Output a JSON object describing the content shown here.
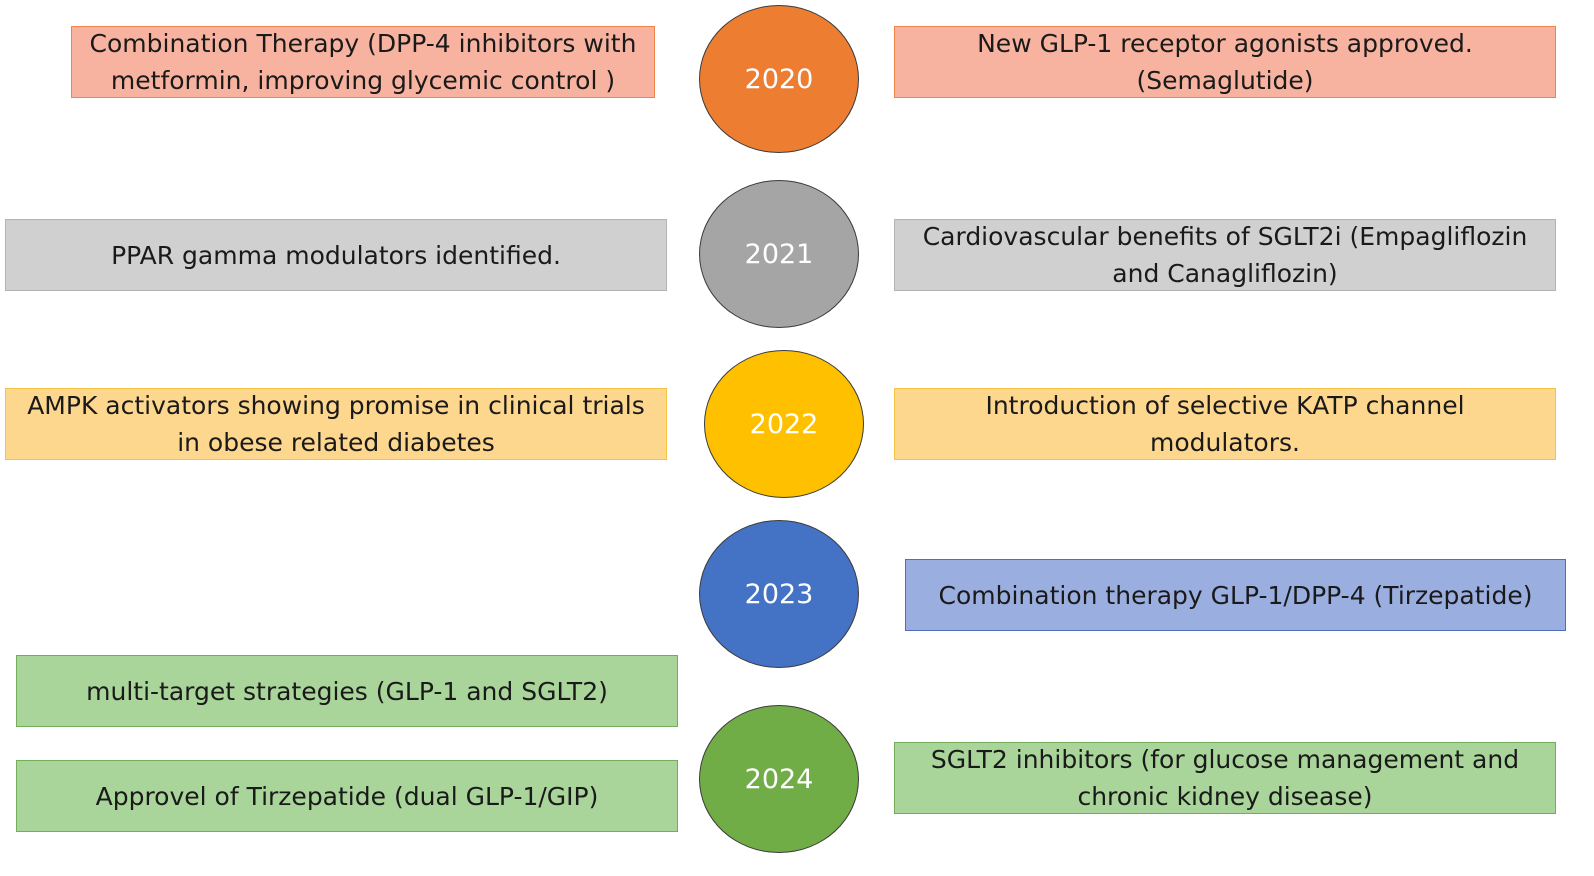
{
  "colors": {
    "orange_node": "#ed7d31",
    "gray_node": "#a5a5a5",
    "yellow_node": "#ffc000",
    "blue_node": "#4472c4",
    "green_node": "#70ad47"
  },
  "timeline": {
    "years": [
      "2020",
      "2021",
      "2022",
      "2023",
      "2024"
    ]
  },
  "events": {
    "y2020_left": "Combination Therapy (DPP-4 inhibitors with metformin, improving glycemic control )",
    "y2020_right": "New GLP-1 receptor agonists approved. (Semaglutide)",
    "y2021_left": "PPAR gamma modulators identified.",
    "y2021_right": "Cardiovascular benefits of SGLT2i (Empagliflozin and Canagliflozin)",
    "y2022_left": "AMPK activators showing promise in clinical trials in obese related diabetes",
    "y2022_right": "Introduction of selective KATP channel modulators.",
    "y2023_right": "Combination therapy GLP-1/DPP-4 (Tirzepatide)",
    "y2024_left_top": "multi-target strategies (GLP-1 and SGLT2)",
    "y2024_left_bottom": "Approvel of Tirzepatide (dual GLP-1/GIP)",
    "y2024_right": "SGLT2 inhibitors (for glucose management and chronic kidney disease)"
  }
}
